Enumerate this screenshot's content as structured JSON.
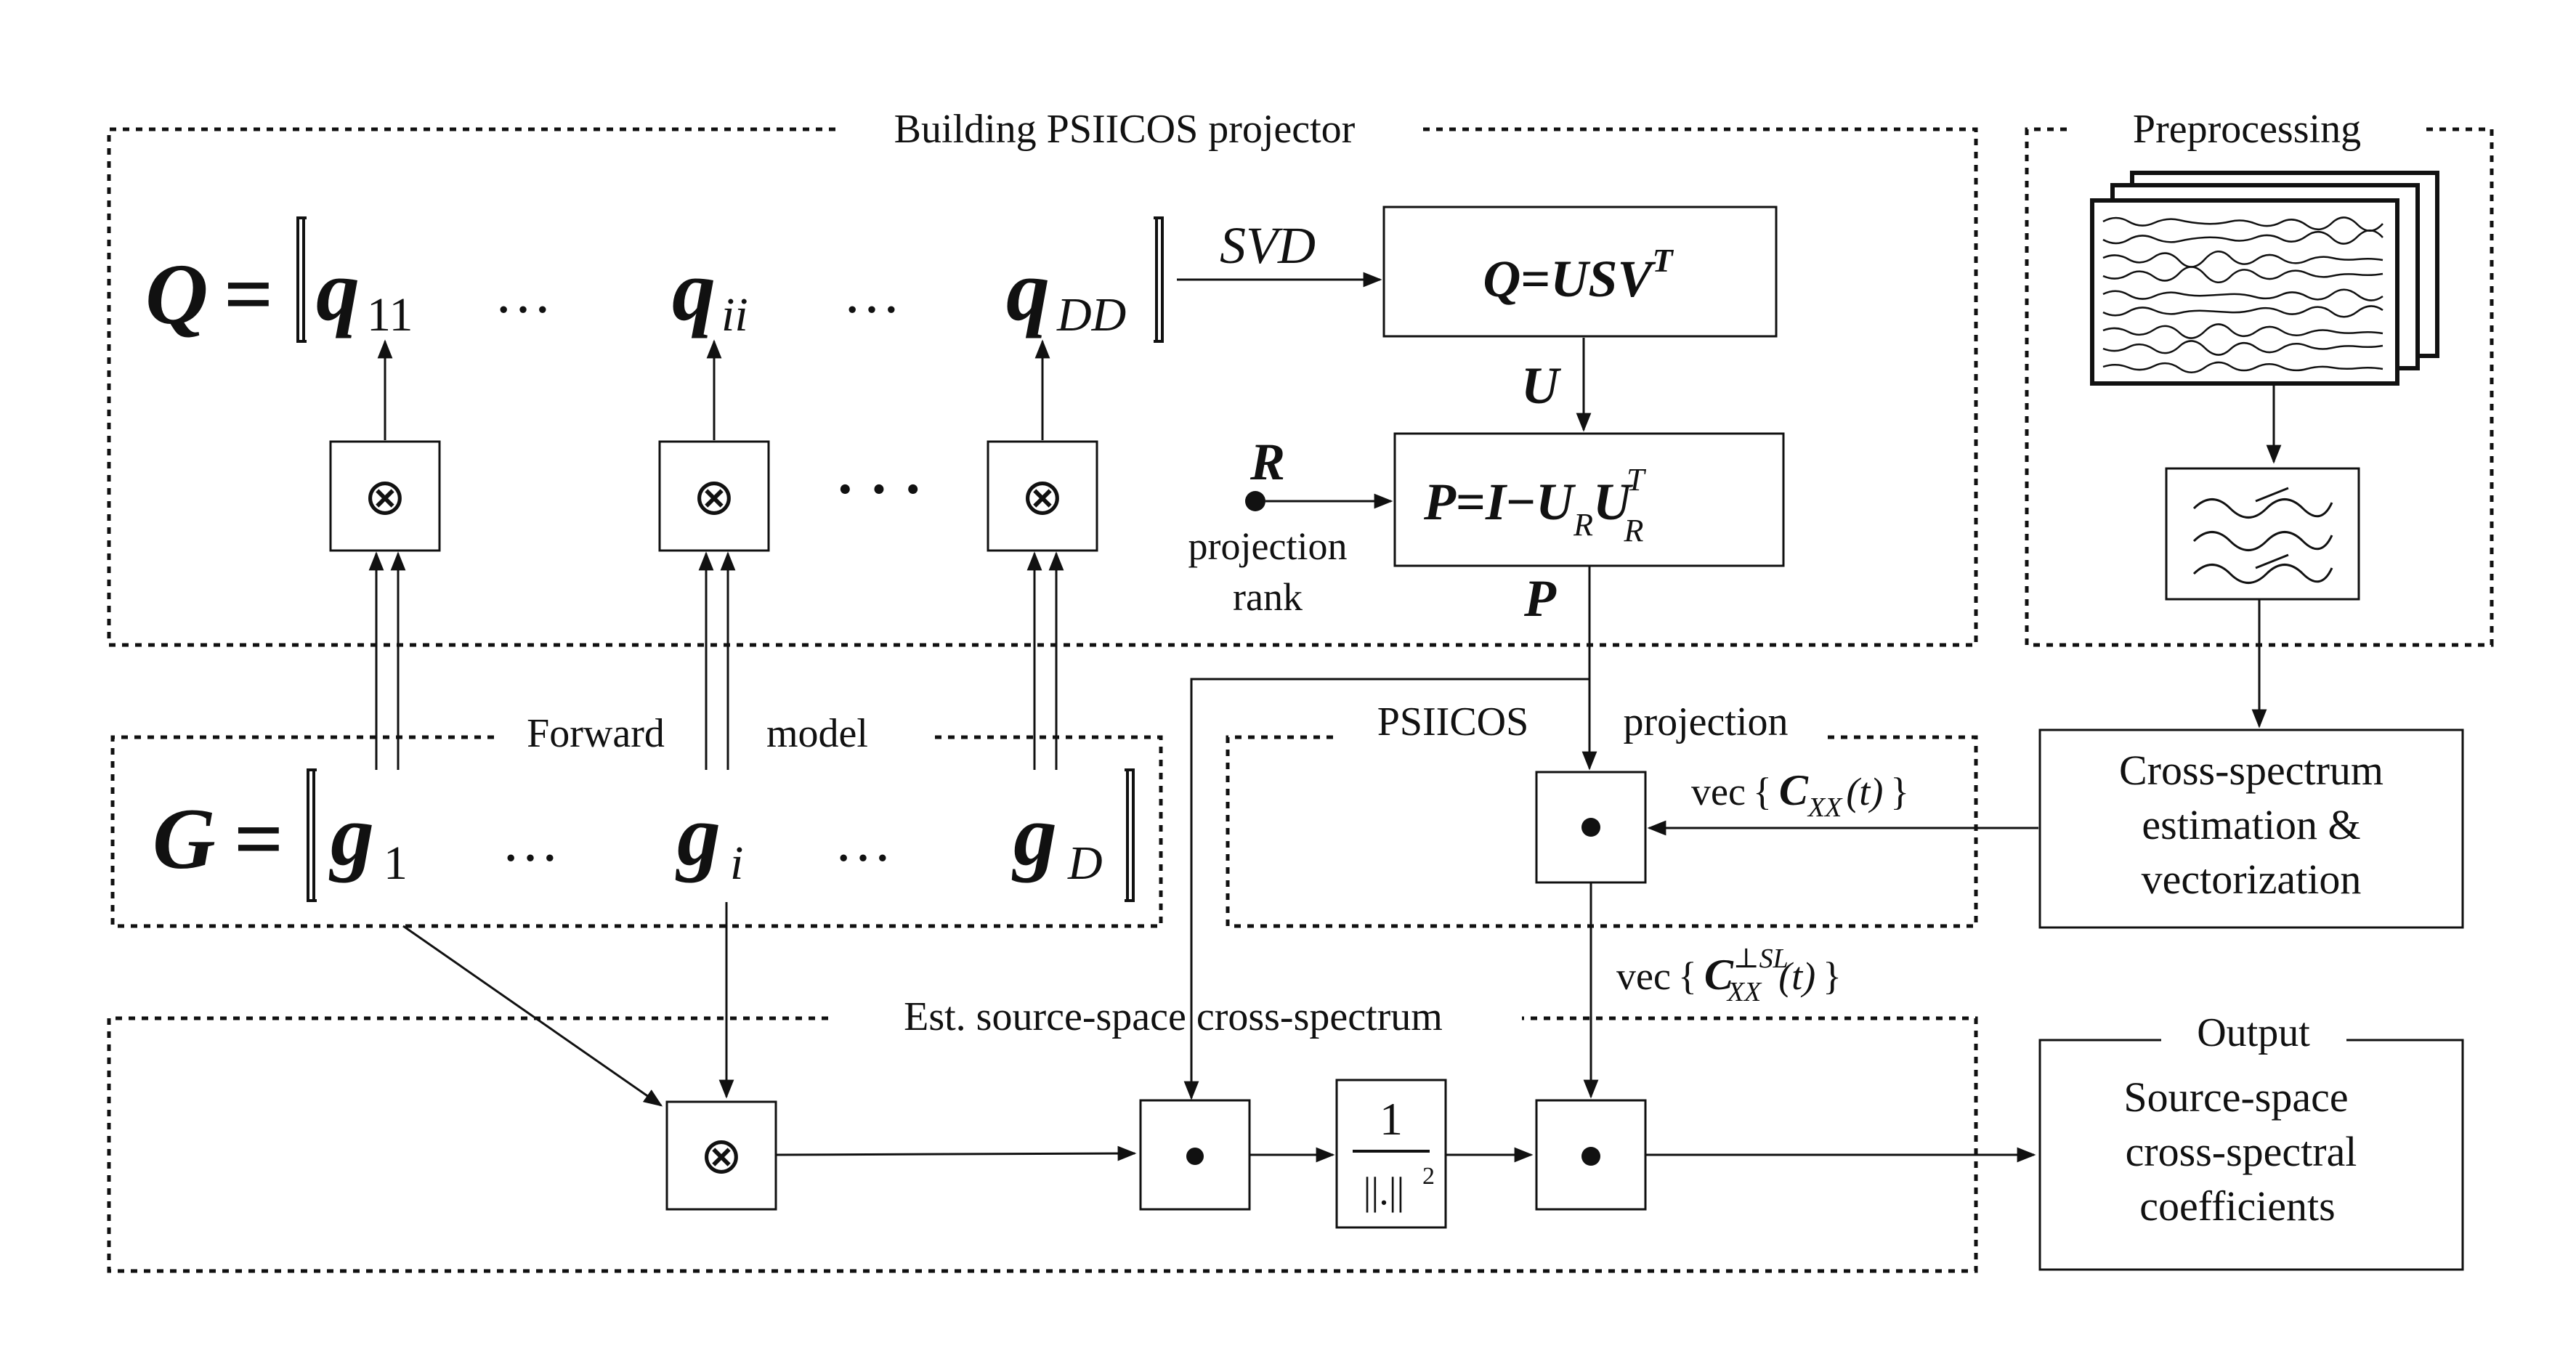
{
  "sections": {
    "building": "Building PSIICOS projector",
    "preprocessing": "Preprocessing",
    "forward": "Forward",
    "model": "model",
    "psiicos_projection_a": "PSIICOS",
    "psiicos_projection_b": "projection",
    "est_source": "Est. source-space cross-spectrum",
    "output": "Output"
  },
  "q_row": {
    "lhs": "Q",
    "eq": "=",
    "q": "q",
    "sub_11": "11",
    "sub_ii": "ii",
    "sub_dd": "DD",
    "dots": "…"
  },
  "g_row": {
    "lhs": "G",
    "eq": "=",
    "g": "g",
    "sub_1": "1",
    "sub_i": "i",
    "sub_d": "D",
    "dots": "…"
  },
  "svd": {
    "label": "SVD",
    "box_q": "Q",
    "box_eq": "=",
    "box_usv": "USV",
    "box_t": "T"
  },
  "u_label": "U",
  "p_box": {
    "p": "P",
    "eq": "=",
    "i": "I",
    "minus": "−",
    "u1": "U",
    "r1": "R",
    "u2": "U",
    "t": "T",
    "r2": "R"
  },
  "p_label": "P",
  "rank": {
    "r": "R",
    "line1": "projection",
    "line2": "rank"
  },
  "middots": "· · ·",
  "operators": {
    "otimes": "⊗",
    "dot": "•",
    "norm_num": "1",
    "norm_den": "||.||",
    "norm_pow": "2"
  },
  "cross_spectrum_box": {
    "line1": "Cross-spectrum",
    "line2": "estimation &",
    "line3": "vectorization"
  },
  "vec_c": {
    "vec": "vec",
    "lbrace": "{",
    "c": "C",
    "sub": "XX",
    "arg": "(t)",
    "rbrace": "}"
  },
  "vec_c_perp": {
    "vec": "vec",
    "lbrace": "{",
    "c": "C",
    "sub": "XX",
    "sup": "⊥SL",
    "arg": "(t)",
    "rbrace": "}"
  },
  "output_box": {
    "line1": "Source-space",
    "line2": "cross-spectral",
    "line3": "coefficients"
  }
}
